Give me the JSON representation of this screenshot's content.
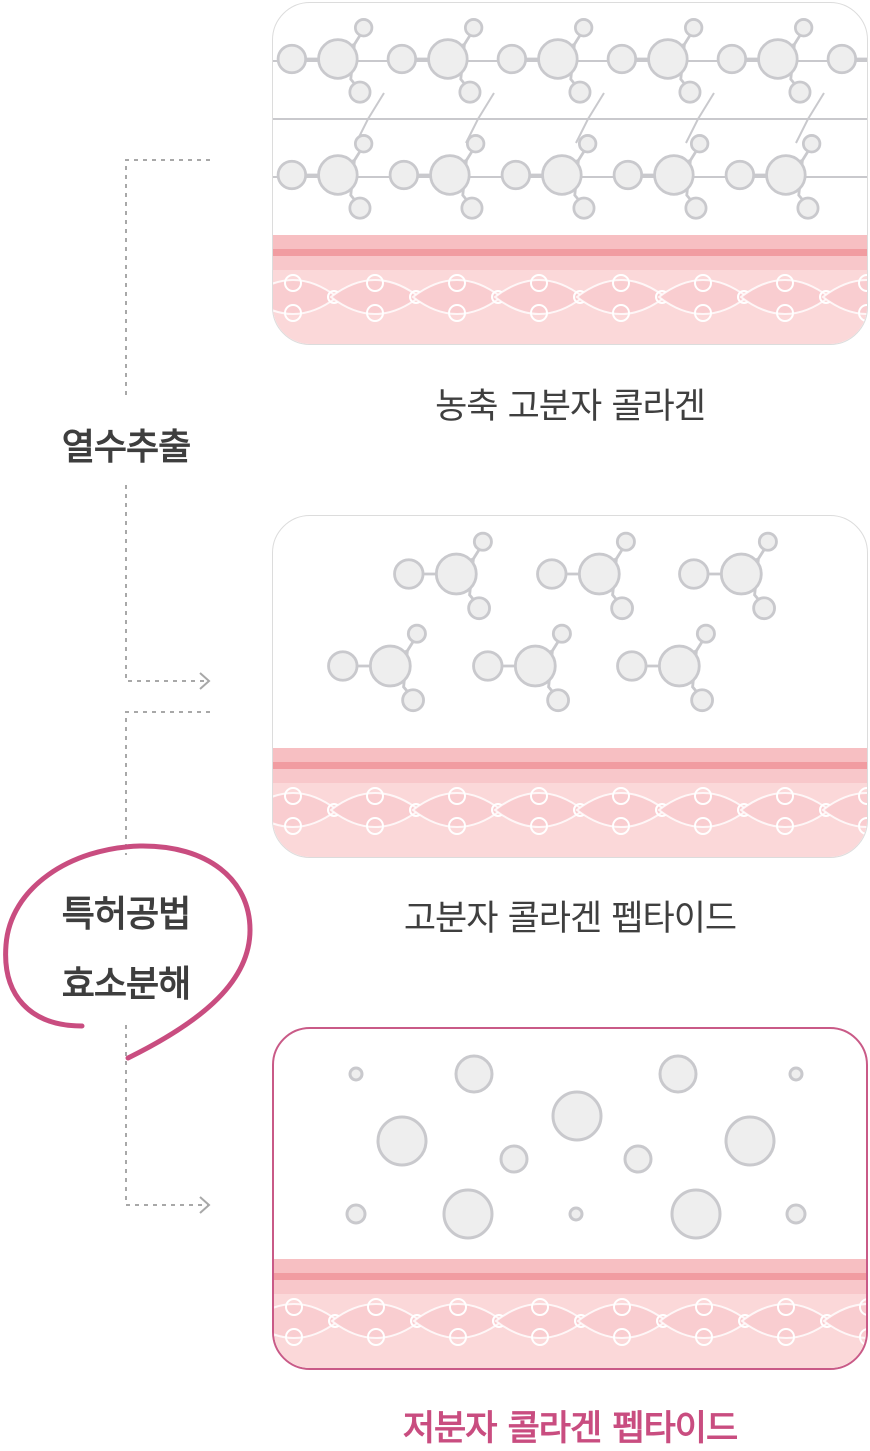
{
  "stages": [
    {
      "caption": "농축 고분자 콜라겐",
      "structure": "cross-linked-collagen-network"
    },
    {
      "caption": "고분자 콜라겐 펩타이드",
      "structure": "separated-collagen-molecules"
    },
    {
      "caption": "저분자 콜라겐 펩타이드",
      "structure": "small-peptide-particles"
    }
  ],
  "processes": {
    "heat": {
      "label": "열수추출"
    },
    "enzyme": {
      "line1": "특허공법",
      "line2": "효소분해"
    }
  },
  "colors": {
    "accent": "#c94d80",
    "molecule_fill": "#eeeeee",
    "molecule_stroke": "#c9c9cd",
    "skin_pink": "#f4a7ab"
  },
  "icons": [
    "dotted-arrow-icon",
    "hand-drawn-circle-icon"
  ]
}
